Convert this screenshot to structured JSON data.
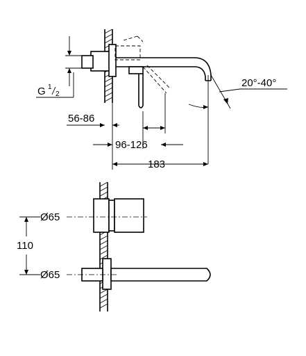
{
  "labels": {
    "thread": "G",
    "thread_num": "1",
    "thread_den": "2",
    "dim_wall": "56-86",
    "dim_body": "96-126",
    "dim_projection": "183",
    "angle": "20°-40°",
    "dia_top": "Ø65",
    "dia_bottom": "Ø65",
    "spacing": "110"
  }
}
